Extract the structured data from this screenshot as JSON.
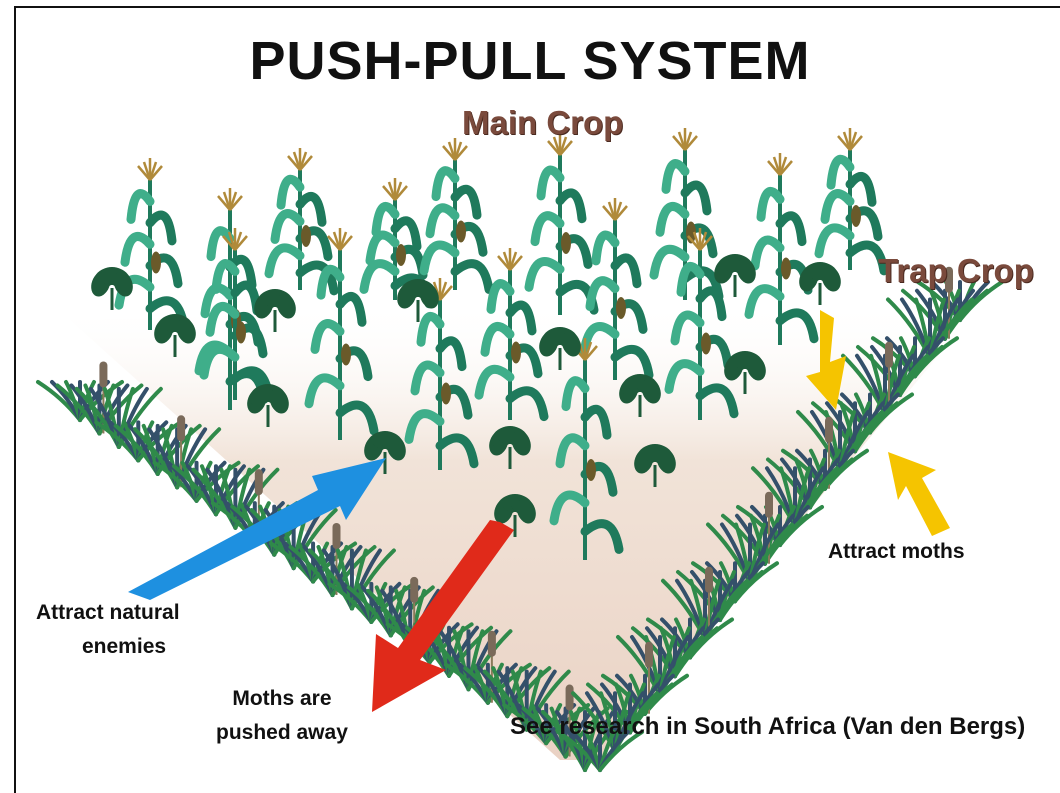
{
  "title": "PUSH-PULL SYSTEM",
  "labels": {
    "main_crop": "Main Crop",
    "trap_crop": "Trap Crop",
    "attract_moths": "Attract moths",
    "attract_natural_enemies_line1": "Attract natural",
    "attract_natural_enemies_line2": "enemies",
    "moths_pushed_line1": "Moths are",
    "moths_pushed_line2": "pushed away",
    "research_note": "See research in South Africa (Van den Bergs)"
  },
  "colors": {
    "title": "#111111",
    "crop_label": "#7a4a3c",
    "maize_leaf": "#3fae8a",
    "maize_leaf_dark": "#1f7a5c",
    "tassel": "#b08a3a",
    "desmodium": "#1e5a3a",
    "grass": "#2f8a4a",
    "grass_dark": "#34506a",
    "arrow_blue": "#1e90e0",
    "arrow_red": "#e02a1a",
    "arrow_yellow": "#f5c400",
    "field_fill": "#f3e6dc"
  },
  "icons": [
    "maize-plant-icon",
    "desmodium-plant-icon",
    "napier-grass-icon",
    "cattail-icon",
    "arrow-icon"
  ]
}
